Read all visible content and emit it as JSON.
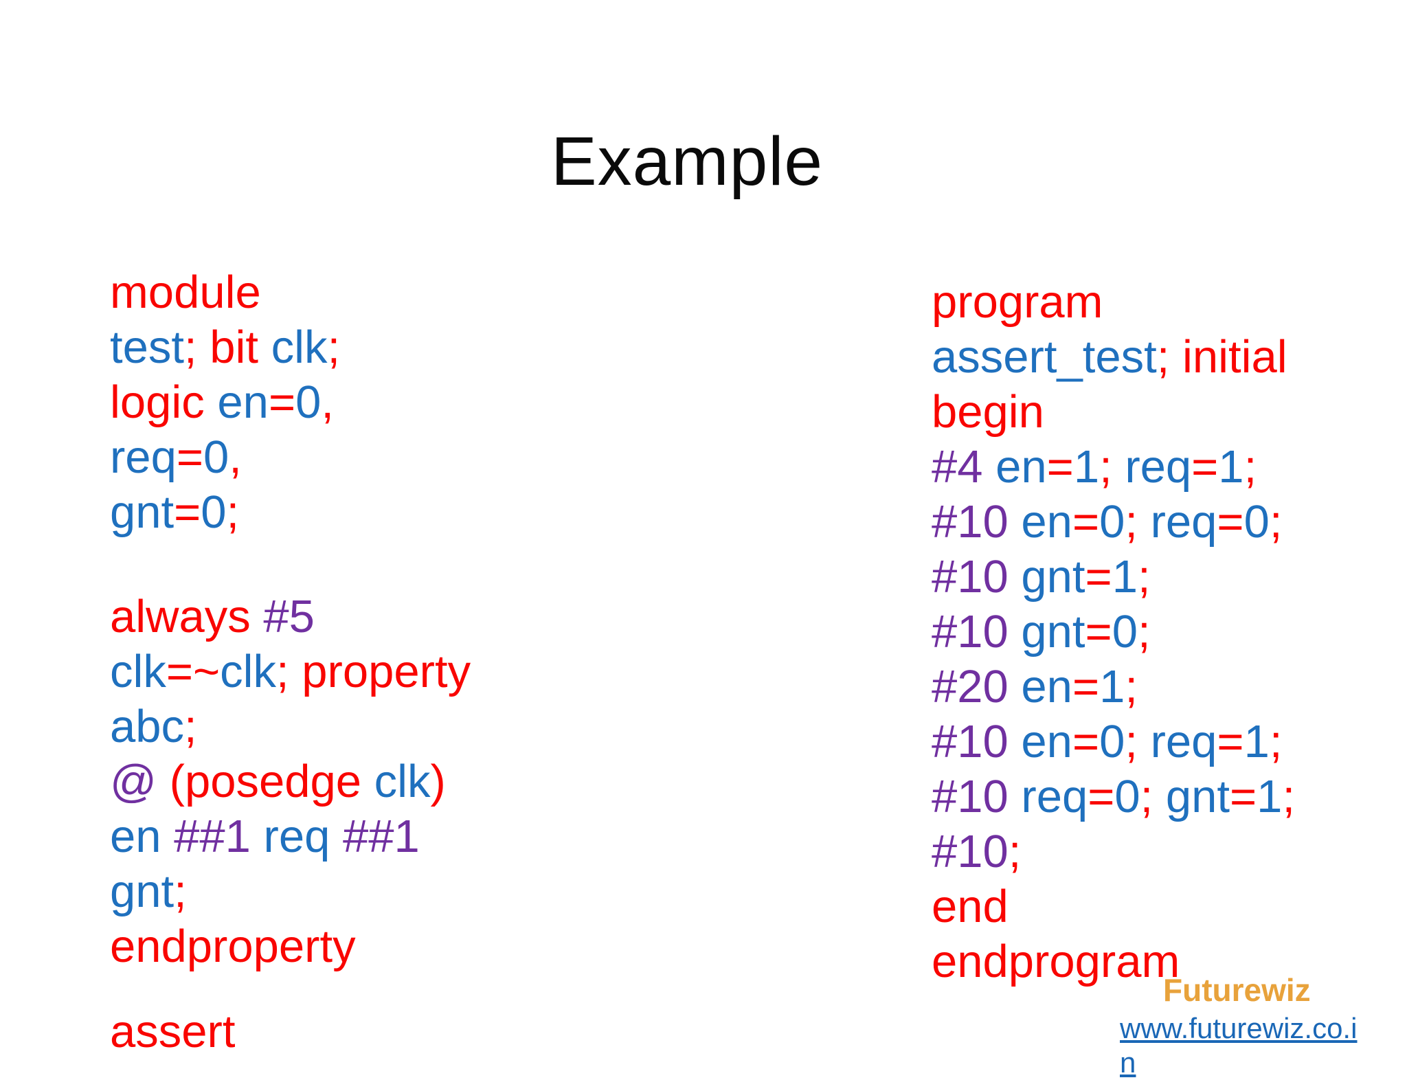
{
  "title": "Example",
  "colors": {
    "keyword_red": "#f90500",
    "identifier_blue": "#1f70be",
    "delay_purple": "#7030a0",
    "title_black": "#0a0a0a",
    "logo_orange": "#e8a23b",
    "link_blue": "#1a67b6",
    "background": "#ffffff"
  },
  "code": {
    "blocks": {
      "left_module_decl": [
        [
          [
            "module",
            "k"
          ]
        ],
        [
          [
            "test",
            "i"
          ],
          [
            "; ",
            "k"
          ],
          [
            "bit ",
            "k"
          ],
          [
            "clk",
            "i"
          ],
          [
            ";",
            "k"
          ]
        ],
        [
          [
            "logic ",
            "k"
          ],
          [
            "en",
            "i"
          ],
          [
            "=",
            "k"
          ],
          [
            "0",
            "i"
          ],
          [
            ",",
            "k"
          ]
        ],
        [
          [
            "req",
            "i"
          ],
          [
            "=",
            "k"
          ],
          [
            "0",
            "i"
          ],
          [
            ",",
            "k"
          ]
        ],
        [
          [
            "gnt",
            "i"
          ],
          [
            "=",
            "k"
          ],
          [
            "0",
            "i"
          ],
          [
            ";",
            "k"
          ]
        ]
      ],
      "left_always_property": [
        [
          [
            "always ",
            "k"
          ],
          [
            "#5",
            "d"
          ]
        ],
        [
          [
            "clk",
            "i"
          ],
          [
            "=~",
            "k"
          ],
          [
            "clk",
            "i"
          ],
          [
            "; ",
            "k"
          ],
          [
            "property",
            "k"
          ]
        ],
        [
          [
            "abc",
            "i"
          ],
          [
            ";",
            "k"
          ]
        ],
        [
          [
            "@ ",
            "d"
          ],
          [
            "(posedge ",
            "k"
          ],
          [
            "clk",
            "i"
          ],
          [
            ")",
            "k"
          ]
        ],
        [
          [
            "en ",
            "i"
          ],
          [
            "##1 ",
            "d"
          ],
          [
            "req ",
            "i"
          ],
          [
            "##1",
            "d"
          ]
        ],
        [
          [
            "gnt",
            "i"
          ],
          [
            ";",
            "k"
          ]
        ],
        [
          [
            "endproperty",
            "k"
          ]
        ]
      ],
      "left_assert": [
        [
          [
            "assert",
            "k"
          ]
        ]
      ],
      "right_program": [
        [
          [
            "program",
            "k"
          ]
        ],
        [
          [
            "assert_test",
            "i"
          ],
          [
            "; ",
            "k"
          ],
          [
            "initial",
            "k"
          ]
        ],
        [
          [
            "begin",
            "k"
          ]
        ],
        [
          [
            "#4 ",
            "d"
          ],
          [
            "en",
            "i"
          ],
          [
            "=",
            "k"
          ],
          [
            "1",
            "i"
          ],
          [
            "; ",
            "k"
          ],
          [
            "req",
            "i"
          ],
          [
            "=",
            "k"
          ],
          [
            "1",
            "i"
          ],
          [
            ";",
            "k"
          ]
        ],
        [
          [
            "#10 ",
            "d"
          ],
          [
            "en",
            "i"
          ],
          [
            "=",
            "k"
          ],
          [
            "0",
            "i"
          ],
          [
            "; ",
            "k"
          ],
          [
            "req",
            "i"
          ],
          [
            "=",
            "k"
          ],
          [
            "0",
            "i"
          ],
          [
            ";",
            "k"
          ]
        ],
        [
          [
            "#10 ",
            "d"
          ],
          [
            "gnt",
            "i"
          ],
          [
            "=",
            "k"
          ],
          [
            "1",
            "i"
          ],
          [
            ";",
            "k"
          ]
        ],
        [
          [
            "#10 ",
            "d"
          ],
          [
            "gnt",
            "i"
          ],
          [
            "=",
            "k"
          ],
          [
            "0",
            "i"
          ],
          [
            ";",
            "k"
          ]
        ],
        [
          [
            "#20 ",
            "d"
          ],
          [
            "en",
            "i"
          ],
          [
            "=",
            "k"
          ],
          [
            "1",
            "i"
          ],
          [
            ";",
            "k"
          ]
        ],
        [
          [
            "#10 ",
            "d"
          ],
          [
            "en",
            "i"
          ],
          [
            "=",
            "k"
          ],
          [
            "0",
            "i"
          ],
          [
            "; ",
            "k"
          ],
          [
            "req",
            "i"
          ],
          [
            "=",
            "k"
          ],
          [
            "1",
            "i"
          ],
          [
            ";",
            "k"
          ]
        ],
        [
          [
            "#10 ",
            "d"
          ],
          [
            "req",
            "i"
          ],
          [
            "=",
            "k"
          ],
          [
            "0",
            "i"
          ],
          [
            "; ",
            "k"
          ],
          [
            "gnt",
            "i"
          ],
          [
            "=",
            "k"
          ],
          [
            "1",
            "i"
          ],
          [
            ";",
            "k"
          ]
        ],
        [
          [
            "#10",
            "d"
          ],
          [
            ";",
            "k"
          ]
        ],
        [
          [
            "end",
            "k"
          ]
        ],
        [
          [
            "endprogram",
            "k"
          ]
        ]
      ]
    }
  },
  "footer": {
    "logo_text": "Futurewiz",
    "link_lines": [
      "www.futurewiz.co.i",
      "n"
    ]
  }
}
